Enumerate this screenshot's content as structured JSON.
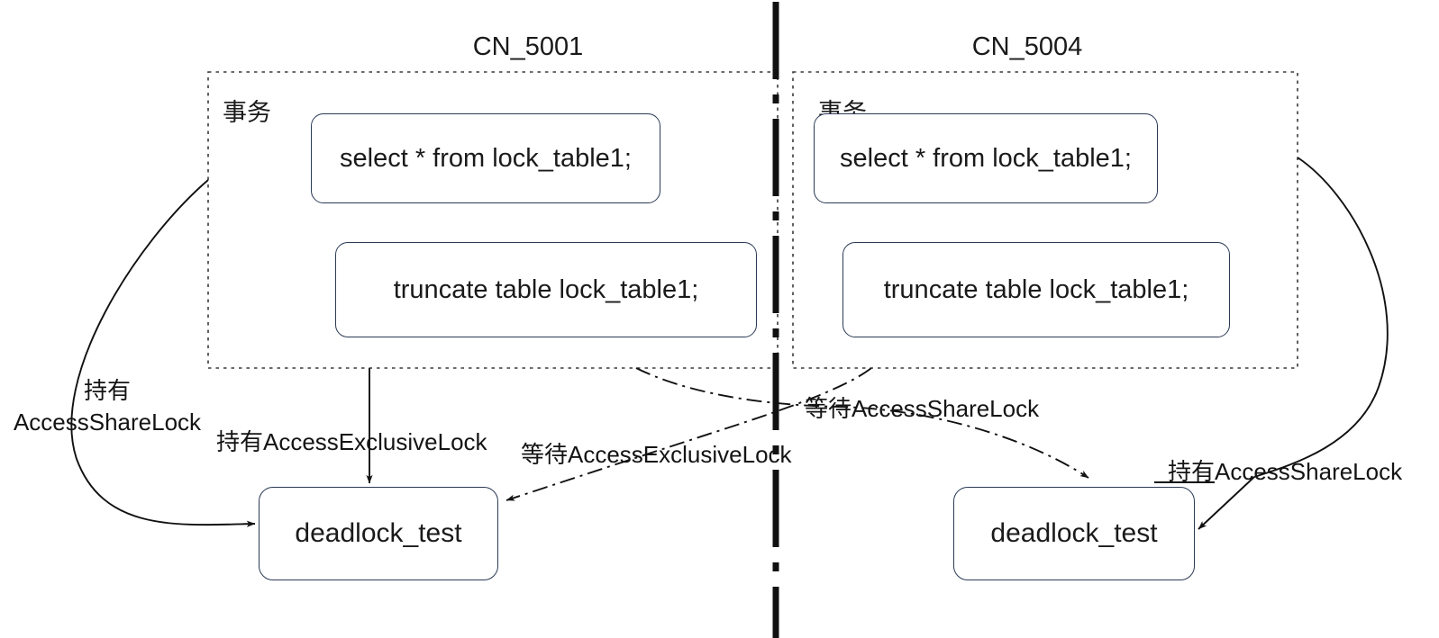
{
  "diagram": {
    "title_left": "CN_5001",
    "title_right": "CN_5004",
    "divider": "vertical-dash-dot-divider",
    "colors": {
      "stroke": "#2b3a55",
      "text": "#1a1a1a",
      "background": "#ffffff",
      "divider": "#111111"
    },
    "nodes": {
      "left": {
        "transaction_label": "事务",
        "statements": [
          "select * from lock_table1;",
          "truncate table lock_table1;"
        ],
        "resource": "deadlock_test"
      },
      "right": {
        "transaction_label": "事务",
        "statements": [
          "select * from lock_table1;",
          "truncate table lock_table1;"
        ],
        "resource": "deadlock_test"
      }
    },
    "edges": [
      {
        "id": "left-hold-share",
        "label_line1": "持有",
        "label_line2": "AccessShareLock",
        "style": "solid",
        "from": "left-transaction",
        "to": "left-deadlock_test"
      },
      {
        "id": "left-hold-exclusive",
        "label": "持有AccessExclusiveLock",
        "style": "solid",
        "from": "left-transaction",
        "to": "left-deadlock_test"
      },
      {
        "id": "right-wait-exclusive",
        "label": "等待AccessExclusiveLock",
        "style": "dash-dot",
        "from": "right-transaction",
        "to": "left-deadlock_test"
      },
      {
        "id": "left-wait-share",
        "label": "等待AccessShareLock",
        "style": "dash-dot",
        "from": "left-transaction",
        "to": "right-deadlock_test"
      },
      {
        "id": "right-hold-share",
        "label": "持有AccessShareLock",
        "style": "solid",
        "from": "right-transaction",
        "to": "right-deadlock_test"
      }
    ]
  }
}
